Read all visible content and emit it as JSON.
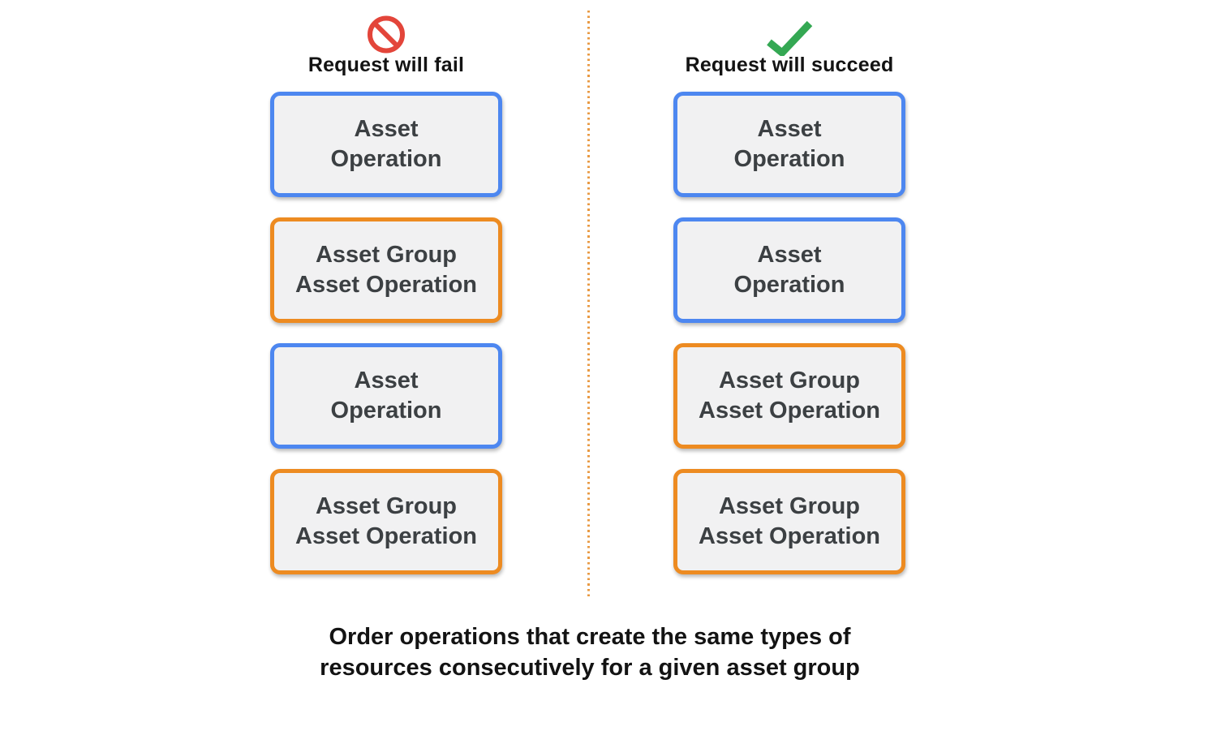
{
  "colors": {
    "blue": "#4D87F0",
    "orange": "#ED8B21",
    "green": "#34A853",
    "red": "#E3453A",
    "divider": "#E99A43",
    "box-bg": "#F1F1F2",
    "box-text": "#3C4043",
    "heading-text": "#131313"
  },
  "left_column": {
    "icon": "prohibition-icon",
    "title": "Request will fail",
    "boxes": [
      {
        "type": "asset-operation",
        "border_color": "blue",
        "lines": [
          "Asset",
          "Operation"
        ]
      },
      {
        "type": "asset-group-asset-operation",
        "border_color": "orange",
        "lines": [
          "Asset Group",
          "Asset Operation"
        ]
      },
      {
        "type": "asset-operation",
        "border_color": "blue",
        "lines": [
          "Asset",
          "Operation"
        ]
      },
      {
        "type": "asset-group-asset-operation",
        "border_color": "orange",
        "lines": [
          "Asset Group",
          "Asset Operation"
        ]
      }
    ]
  },
  "right_column": {
    "icon": "check-icon",
    "title": "Request will succeed",
    "boxes": [
      {
        "type": "asset-operation",
        "border_color": "blue",
        "lines": [
          "Asset",
          "Operation"
        ]
      },
      {
        "type": "asset-operation",
        "border_color": "blue",
        "lines": [
          "Asset",
          "Operation"
        ]
      },
      {
        "type": "asset-group-asset-operation",
        "border_color": "orange",
        "lines": [
          "Asset Group",
          "Asset Operation"
        ]
      },
      {
        "type": "asset-group-asset-operation",
        "border_color": "orange",
        "lines": [
          "Asset Group",
          "Asset Operation"
        ]
      }
    ]
  },
  "caption": {
    "lines": [
      "Order operations that create the same types of",
      "resources consecutively for a given asset group"
    ]
  }
}
